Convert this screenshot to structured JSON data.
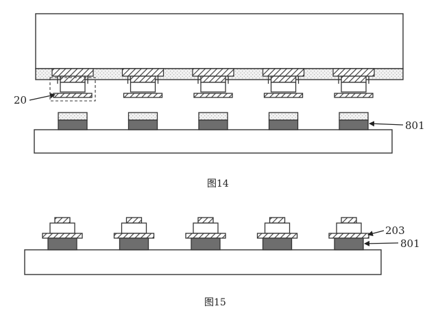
{
  "figure14": {
    "caption": "图14",
    "labels": {
      "unit": "20",
      "substrate_pad": "801"
    },
    "unit_count": 5,
    "pad_count": 5
  },
  "figure15": {
    "caption": "图15",
    "labels": {
      "ring_layer": "203",
      "substrate_pad": "801"
    },
    "stack_count": 5
  }
}
